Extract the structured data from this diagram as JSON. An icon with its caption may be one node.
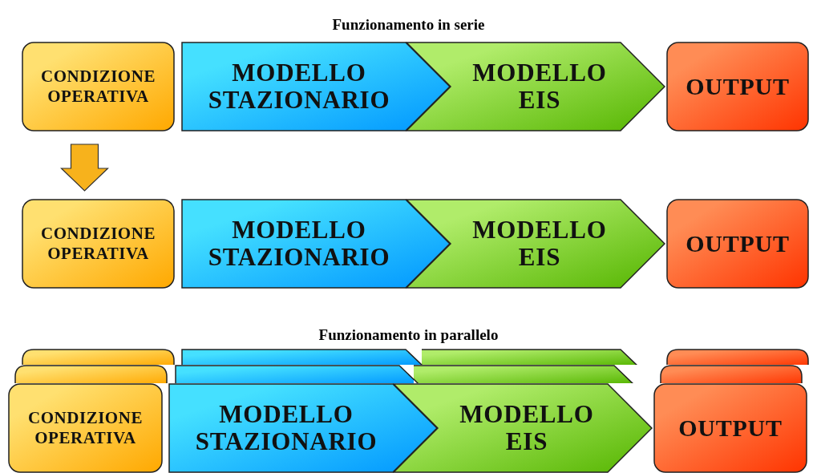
{
  "diagram": {
    "nodes": [
      {
        "text": [
          "CONDIZIONE OPERATIVA"
        ]
      },
      {
        "text": [
          "MODELLO STAZIONARIO"
        ]
      },
      {
        "text": [
          "MODELLO EIS"
        ]
      },
      {
        "text": [
          "OUTPUT"
        ]
      },
      {
        "text": [
          "CONDIZIONE OPERATIVA"
        ]
      },
      {
        "text": [
          "MODELLO STAZIONARIO"
        ]
      },
      {
        "text": [
          "MODELLO EIS"
        ]
      },
      {
        "text": [
          "OUTPUT"
        ]
      },
      {
        "text": [
          "CONDIZIONE OPERATIVA"
        ]
      },
      {
        "text": [
          "MODELLO STAZIONARIO"
        ]
      },
      {
        "text": [
          "MODELLO EIS"
        ]
      },
      {
        "text": [
          "OUTPUT"
        ]
      },
      {
        "text": [],
        "shape": "box"
      },
      {
        "text": [],
        "shape": "box"
      },
      {
        "text": [],
        "shape": "chevron"
      },
      {
        "text": [],
        "shape": "chevron"
      },
      {
        "text": [],
        "shape": "chevron"
      },
      {
        "text": [],
        "shape": "chevron"
      },
      {
        "text": [],
        "shape": "box"
      },
      {
        "text": [],
        "shape": "box"
      }
    ],
    "edges": [
      {
        "from": 0,
        "to": 4,
        "arrow": "to",
        "style": "thick",
        "color": "#f7b21c"
      }
    ],
    "labels": [
      "Funzionamento in serie",
      "Funzionamento in parallelo"
    ]
  }
}
